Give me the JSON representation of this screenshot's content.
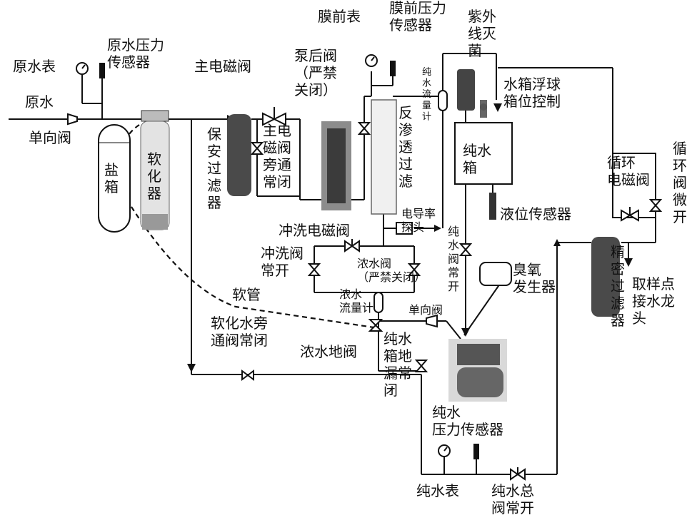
{
  "labels": {
    "raw_water": "原水",
    "raw_meter": "原水表",
    "raw_sensor": "原水压力\n传感器",
    "check_valve_in": "单向阀",
    "main_valve": "主电磁阀",
    "salt_tank": "盐\n箱",
    "softener": "软\n化\n器",
    "security_filter": "保\n安\n过\n滤\n器",
    "main_bypass": "主电\n磁阀\n旁通\n常闭",
    "pump_valve": "泵后阀\n（严禁\n关闭）",
    "membrane_meter": "膜前表",
    "membrane_sensor": "膜前压力\n传感器",
    "ro_filter": "反\n渗\n透\n过\n滤",
    "pure_flowmeter": "纯\n水\n流\n量\n计",
    "uv": "紫外\n线灭\n菌",
    "float_control": "水箱浮球\n箱位控制",
    "pure_tank": "纯水\n箱",
    "circ_valve": "循环\n电磁阀",
    "circ_micro": "循\n环\n阀\n微\n开",
    "conductivity": "电导率\n探头",
    "flush_valve": "冲洗电磁阀",
    "flush_open": "冲洗阀\n常开",
    "conc_valve": "浓水阀\n（严禁关闭）",
    "pure_valve_open": "纯\n水\n阀\n常\n开",
    "level_sensor": "液位传感器",
    "ozone": "臭氧\n发生器",
    "fine_filter": "精\n密\n过\n滤\n器",
    "sample_tap": "取样点\n接水龙\n头",
    "hose": "软管",
    "conc_flowmeter": "浓水\n流量计",
    "check_valve_mid": "单向阀",
    "bypass_closed": "软化水旁\n通阀常闭",
    "drain_valve": "浓水地阀",
    "tank_drain": "纯水\n箱地\n漏常\n闭",
    "pure_sensor": "纯水\n压力传感器",
    "pure_meter": "纯水表",
    "main_pure_valve": "纯水总\n阀常开"
  }
}
